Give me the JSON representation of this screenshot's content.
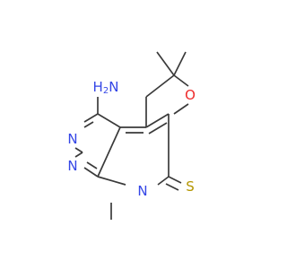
{
  "colors": {
    "bond": "#3a3a3a",
    "nitrogen": "#3446e6",
    "oxygen": "#ee2a2a",
    "sulfur": "#b49600"
  },
  "atoms": {
    "amino_n": "N",
    "amino_h": "H",
    "amino_h_count": "2",
    "ring_n_left": "N",
    "ring_n_lower": "N",
    "ring_n_methyl": "N",
    "oxygen": "O",
    "sulfur": "S"
  }
}
